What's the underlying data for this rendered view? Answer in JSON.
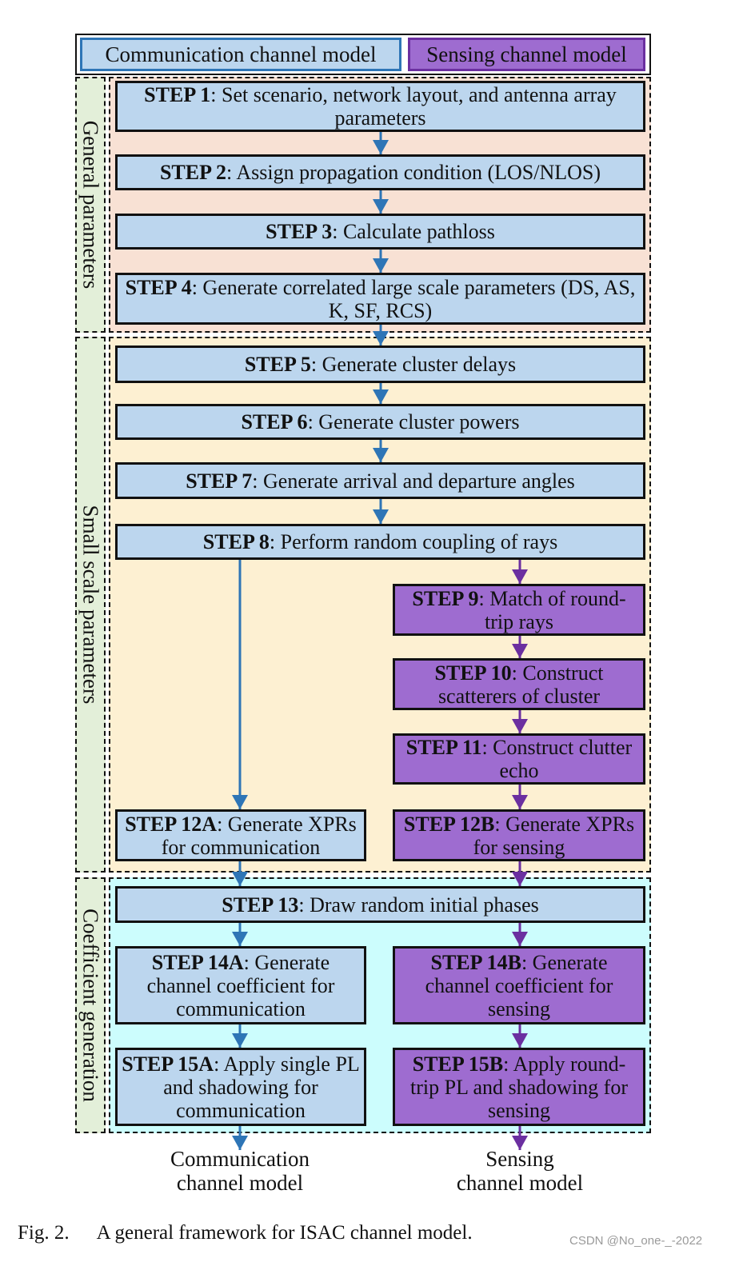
{
  "legend": {
    "communication": "Communication channel model",
    "sensing": "Sensing channel model"
  },
  "sections": {
    "general": "General parameters",
    "small_scale": "Small scale parameters",
    "coefficient": "Coefficient generation"
  },
  "steps": {
    "s1": {
      "label": "STEP 1",
      "text": ": Set scenario, network layout, and antenna array parameters"
    },
    "s2": {
      "label": "STEP 2",
      "text": ": Assign propagation condition (LOS/NLOS)"
    },
    "s3": {
      "label": "STEP 3",
      "text": ": Calculate pathloss"
    },
    "s4": {
      "label": "STEP 4",
      "text": ": Generate correlated large scale parameters (DS, AS, K, SF, RCS)"
    },
    "s5": {
      "label": "STEP 5",
      "text": ": Generate cluster delays"
    },
    "s6": {
      "label": "STEP 6",
      "text": ": Generate cluster powers"
    },
    "s7": {
      "label": "STEP 7",
      "text": ": Generate arrival and departure angles"
    },
    "s8": {
      "label": "STEP 8",
      "text": ": Perform random coupling of rays"
    },
    "s9": {
      "label": "STEP 9",
      "text": ":  Match of round-trip rays"
    },
    "s10": {
      "label": "STEP 10",
      "text": ": Construct scatterers of cluster"
    },
    "s11": {
      "label": "STEP 11",
      "text": ": Construct clutter echo"
    },
    "s12a": {
      "label": "STEP 12A",
      "text": ": Generate XPRs for communication"
    },
    "s12b": {
      "label": "STEP 12B",
      "text": ":  Generate XPRs for sensing"
    },
    "s13": {
      "label": "STEP 13",
      "text": ": Draw random initial phases"
    },
    "s14a": {
      "label": "STEP 14A",
      "text": ": Generate channel coefficient for communication"
    },
    "s14b": {
      "label": "STEP 14B",
      "text": ": Generate channel coefficient for sensing"
    },
    "s15a": {
      "label": "STEP 15A",
      "text": ": Apply single PL and shadowing for communication"
    },
    "s15b": {
      "label": "STEP 15B",
      "text": ": Apply round-trip PL and shadowing for sensing"
    }
  },
  "outputs": {
    "communication_line1": "Communication",
    "communication_line2": "channel model",
    "sensing_line1": "Sensing",
    "sensing_line2": "channel model"
  },
  "caption": {
    "label": "Fig. 2.",
    "text": "A general framework for ISAC channel model."
  },
  "watermark": "CSDN @No_one-_-2022",
  "colors": {
    "communication_fill": "#bcd6ee",
    "communication_stroke": "#2e75b6",
    "sensing_fill": "#9e6cd0",
    "sensing_stroke": "#6b2fa0",
    "general_bg": "#f8e1d4",
    "small_scale_bg": "#fdf0d2",
    "coefficient_bg": "#ccfdfd",
    "side_label_bg": "#e3efd9"
  }
}
